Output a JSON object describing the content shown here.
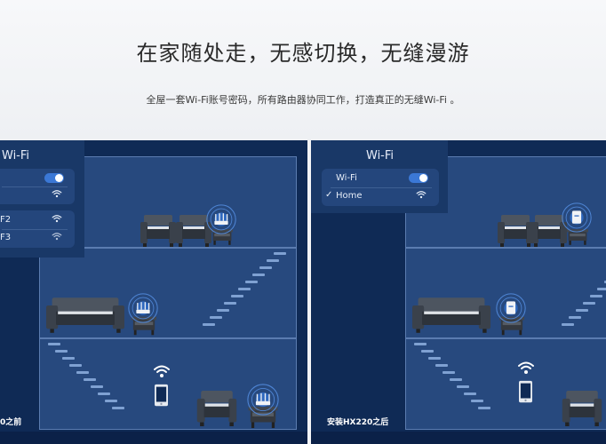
{
  "header": {
    "title": "在家随处走，无感切换，无缝漫游",
    "subtitle": "全屋一套Wi-Fi账号密码，所有路由器协同工作，打造真正的无缝Wi-Fi 。"
  },
  "left_panel": {
    "wifi_title": "Wi-Fi",
    "networks": [
      "F2",
      "F3"
    ],
    "caption": "0之前"
  },
  "right_panel": {
    "wifi_title": "Wi-Fi",
    "wifi_toggle_label": "Wi-Fi",
    "selected_network": "Home",
    "checkmark": "✓",
    "caption": "安装HX220之后"
  },
  "icons": [
    "wifi-signal-icon",
    "toggle-switch-icon",
    "router-icon",
    "sofa-icon",
    "phone-icon",
    "checkmark-icon"
  ],
  "colors": {
    "panel_bg": "#0f2a55",
    "house_bg": "#27497e",
    "line": "#5b7cb0",
    "accent": "#3b78d6"
  }
}
